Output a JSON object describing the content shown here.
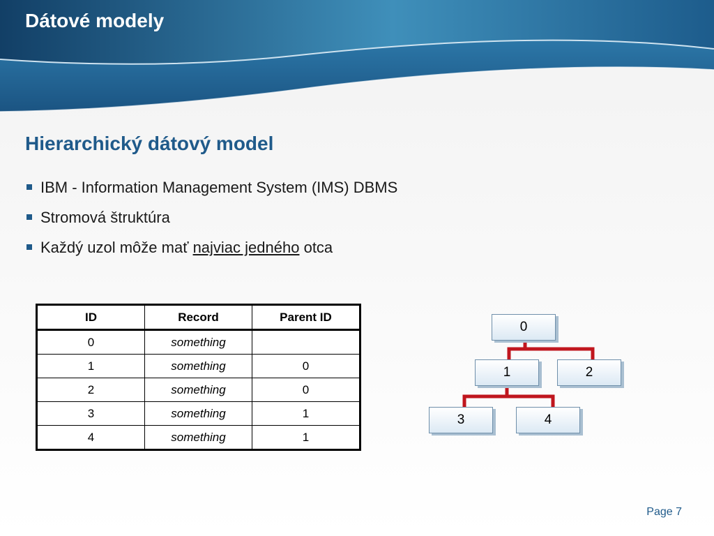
{
  "slide": {
    "title": "Dátové modely",
    "section_heading": "Hierarchický dátový model",
    "page_label": "Page 7"
  },
  "bullets": {
    "item1": "IBM - Information Management System (IMS) DBMS",
    "item2": "Stromová štruktúra",
    "item3_before": "Každý uzol môže mať ",
    "item3_underlined": "najviac jedného",
    "item3_after": " otca"
  },
  "table": {
    "headers": [
      "ID",
      "Record",
      "Parent ID"
    ],
    "rows": [
      [
        "0",
        "something",
        ""
      ],
      [
        "1",
        "something",
        "0"
      ],
      [
        "2",
        "something",
        "0"
      ],
      [
        "3",
        "something",
        "1"
      ],
      [
        "4",
        "something",
        "1"
      ]
    ]
  },
  "tree": {
    "nodes": [
      "0",
      "1",
      "2",
      "3",
      "4"
    ]
  },
  "colors": {
    "title_blue": "#1f5a8a",
    "header_band": "#2a6e9e",
    "connector_red": "#c0161e",
    "node_fill": "#dce9f4"
  }
}
